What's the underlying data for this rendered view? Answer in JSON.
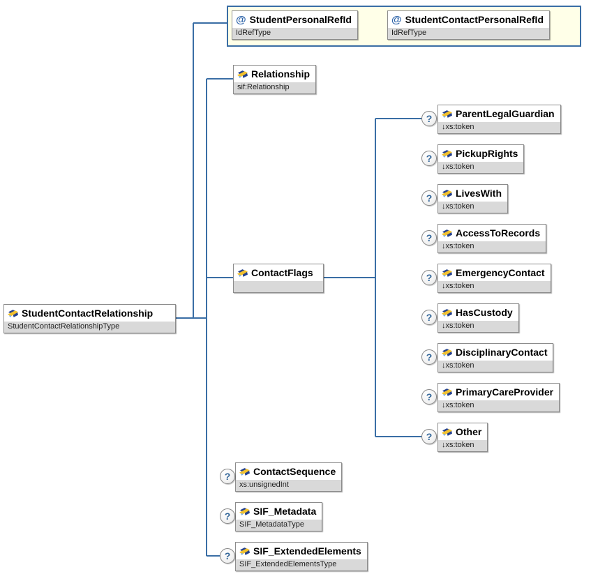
{
  "glyphs": {
    "attribute": "@",
    "optional": "?"
  },
  "colors": {
    "connector": "#3A6EA5",
    "frame_fill": "#FFFFE8",
    "frame_border": "#3A6EA5",
    "subtitle_bg": "#D9D9D9",
    "title_text": "#000000",
    "optional_glyph_color": "#336699",
    "icon_navy": "#24418E",
    "icon_yellow": "#F2C12E",
    "icon_lightblue": "#7FB2E5"
  },
  "icons": {
    "element": "element-icon",
    "attribute": "attribute-icon",
    "optional": "question-mark-icon"
  },
  "root": {
    "title": "StudentContactRelationship",
    "subtitle": "StudentContactRelationshipType"
  },
  "attributes": [
    {
      "title": "StudentPersonalRefId",
      "subtitle": "IdRefType"
    },
    {
      "title": "StudentContactPersonalRefId",
      "subtitle": "IdRefType"
    }
  ],
  "children": [
    {
      "title": "Relationship",
      "subtitle": "sif:Relationship",
      "optional": false
    },
    {
      "title": "ContactFlags",
      "subtitle": "",
      "optional": false
    },
    {
      "title": "ContactSequence",
      "subtitle": "xs:unsignedInt",
      "optional": true
    },
    {
      "title": "SIF_Metadata",
      "subtitle": "SIF_MetadataType",
      "optional": true
    },
    {
      "title": "SIF_ExtendedElements",
      "subtitle": "SIF_ExtendedElementsType",
      "optional": true
    }
  ],
  "contact_flags_children": [
    {
      "title": "ParentLegalGuardian",
      "subtitle": "↓xs:token",
      "optional": true
    },
    {
      "title": "PickupRights",
      "subtitle": "↓xs:token",
      "optional": true
    },
    {
      "title": "LivesWith",
      "subtitle": "↓xs:token",
      "optional": true
    },
    {
      "title": "AccessToRecords",
      "subtitle": "↓xs:token",
      "optional": true
    },
    {
      "title": "EmergencyContact",
      "subtitle": "↓xs:token",
      "optional": true
    },
    {
      "title": "HasCustody",
      "subtitle": "↓xs:token",
      "optional": true
    },
    {
      "title": "DisciplinaryContact",
      "subtitle": "↓xs:token",
      "optional": true
    },
    {
      "title": "PrimaryCareProvider",
      "subtitle": "↓xs:token",
      "optional": true
    },
    {
      "title": "Other",
      "subtitle": "↓xs:token",
      "optional": true
    }
  ]
}
